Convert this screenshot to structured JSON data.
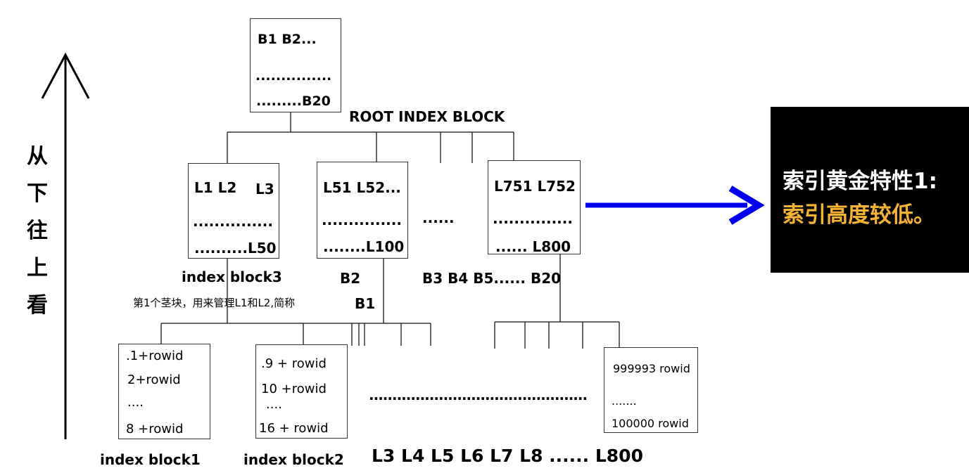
{
  "side_label": [
    "从",
    "下",
    "往",
    "上",
    "看"
  ],
  "root": {
    "line1": "B1   B2...",
    "line2": "...............",
    "line3": ".........B20",
    "caption": "ROOT INDEX BLOCK"
  },
  "branch_blocks": [
    {
      "line1": "L1  L2",
      "line1b": "L3",
      "line2": "...............",
      "line3": "..........L50",
      "caption": "index block3"
    },
    {
      "line1": "L51 L52...",
      "line2": "...............",
      "line3": "........L100",
      "caption": "B2"
    },
    {
      "line1": "L751 L752",
      "line2": "...............",
      "line3": "...... L800",
      "caption": "B3 B4 B5...... B20"
    }
  ],
  "middle_ellipsis": "......",
  "b1_note": "第1个茎块，用来管理L1和L2,简称",
  "b1_label": "B1",
  "leaf_blocks": [
    {
      "rows": [
        ".1+rowid",
        "2+rowid",
        "....",
        "8 +rowid"
      ],
      "caption": "index block1"
    },
    {
      "rows": [
        ".9 + rowid",
        "10 +rowid",
        "....",
        "16 + rowid"
      ],
      "caption": "index block2"
    },
    {
      "rows": [
        "999993 rowid",
        ".......",
        "100000 rowid"
      ]
    }
  ],
  "leaf_dots": "...............................................",
  "leaf_levels": "L3  L4  L5  L6  L7  L8  ......   L800",
  "callout": {
    "title": "索引黄金特性1:",
    "subtitle": "索引高度较低。",
    "title_color": "#ffffff",
    "subtitle_color": "#f5b335"
  },
  "colors": {
    "arrow": "#0000ee",
    "box_border": "#333333",
    "callout_bg": "#000000"
  }
}
